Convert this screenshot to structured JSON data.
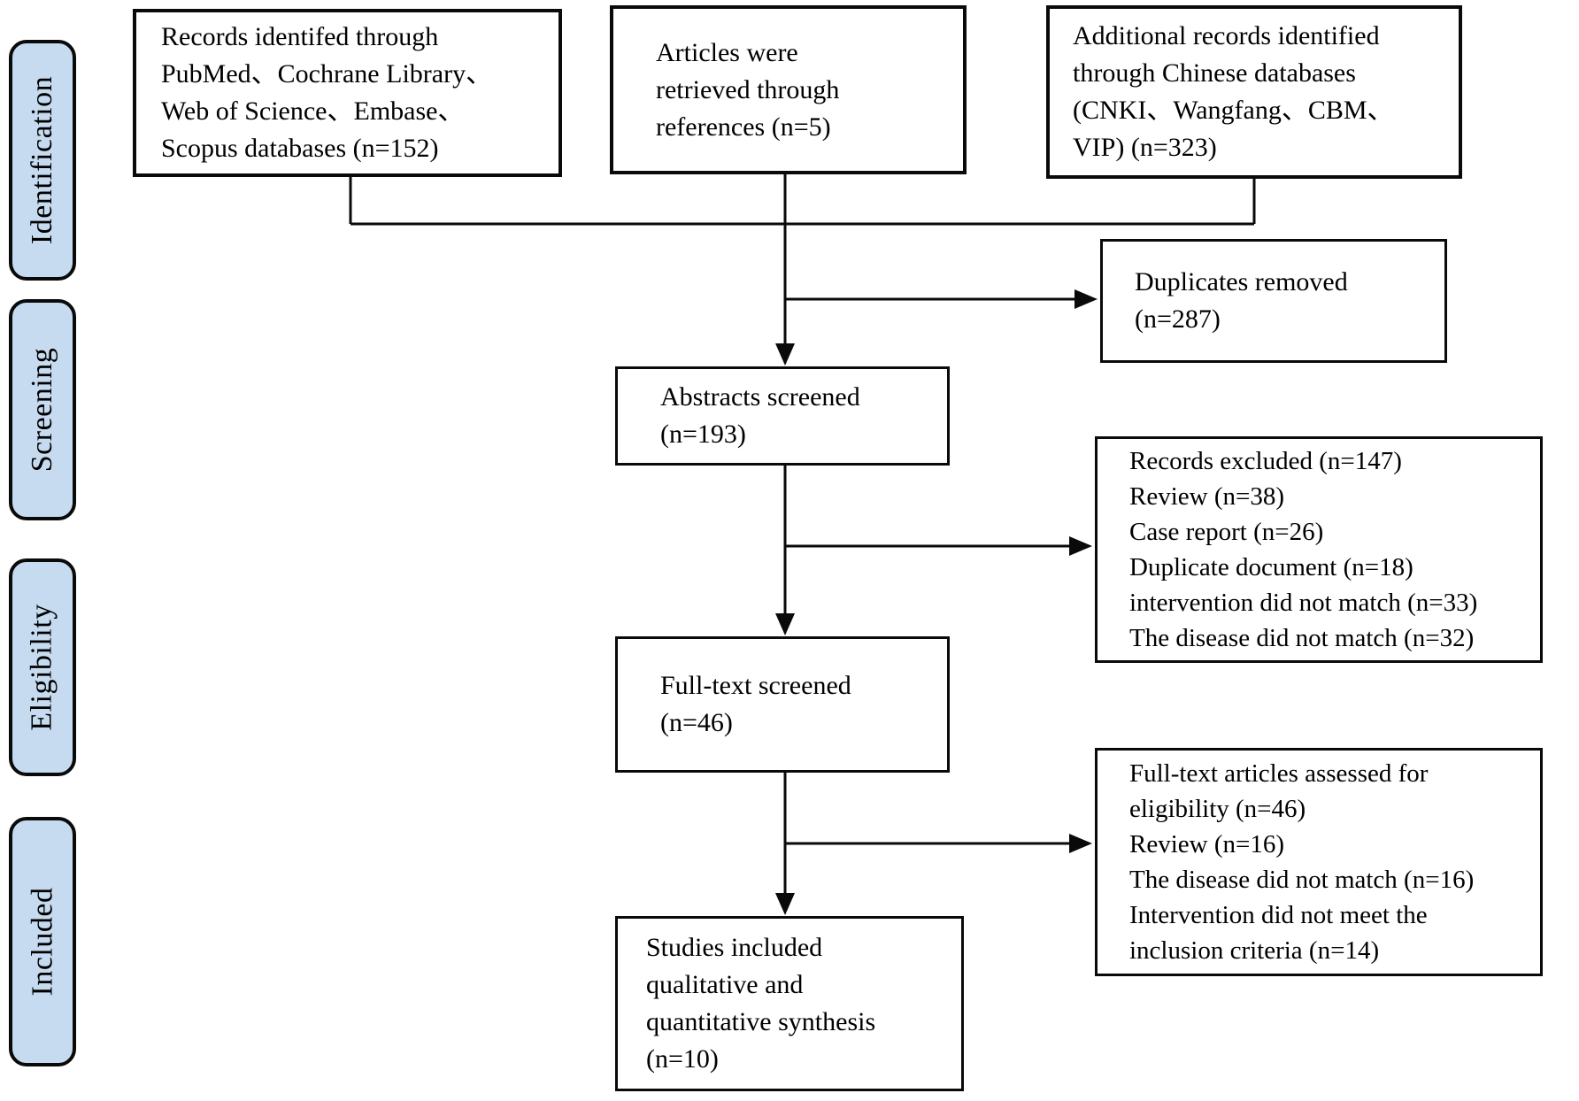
{
  "diagram": {
    "title_implicit": "PRISMA flow diagram of study selection",
    "stages": [
      {
        "label": "Identification"
      },
      {
        "label": "Screening"
      },
      {
        "label": "Eligibility"
      },
      {
        "label": "Included"
      }
    ],
    "boxes": {
      "sources_international": "Records identifed through\nPubMed、Cochrane Library、\nWeb of Science、Embase、\nScopus databases (n=152)",
      "sources_references": "Articles were\nretrieved through\nreferences (n=5)",
      "sources_chinese": "Additional records identified\nthrough Chinese databases\n(CNKI、Wangfang、CBM、\nVIP) (n=323)",
      "duplicates_removed": "Duplicates removed\n(n=287)",
      "abstracts_screened": "Abstracts screened\n(n=193)",
      "records_excluded": [
        "Records excluded (n=147)",
        "Review (n=38)",
        "Case report (n=26)",
        "Duplicate document (n=18)",
        "intervention did not match (n=33)",
        "The disease did not match (n=32)"
      ],
      "fulltext_screened": "Full-text screened\n(n=46)",
      "fulltext_assessed": [
        "Full-text articles assessed for\neligibility (n=46)",
        "Review (n=16)",
        "The disease did not match (n=16)",
        "Intervention did not meet the\ninclusion criteria (n=14)"
      ],
      "studies_included": "Studies included\nqualitative and\nquantitative synthesis\n(n=10)"
    },
    "counts": {
      "international_records": 152,
      "reference_articles": 5,
      "chinese_records": 323,
      "duplicates_removed": 287,
      "abstracts_screened": 193,
      "records_excluded": 147,
      "fulltext_screened": 46,
      "fulltext_assessed": 46,
      "studies_included": 10
    },
    "colors": {
      "stage_fill": "#c6dbf0",
      "line": "#0a0a0a",
      "background": "#ffffff"
    }
  }
}
